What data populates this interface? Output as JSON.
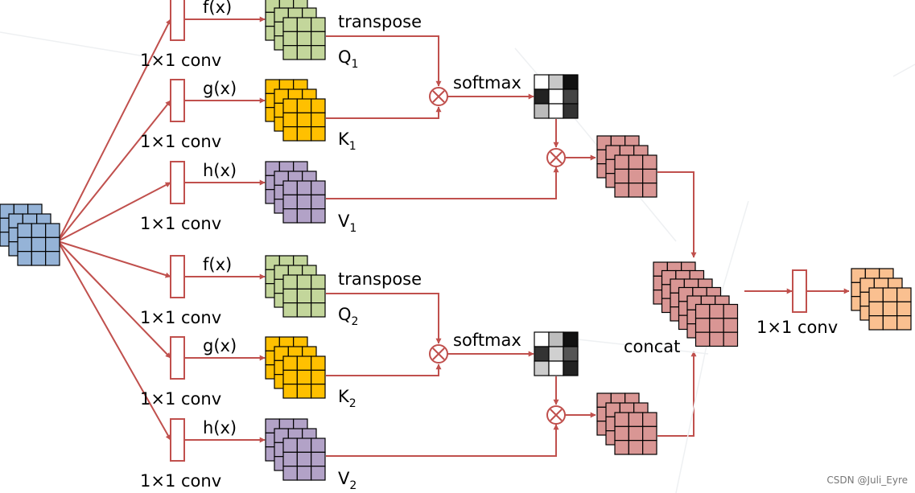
{
  "watermark": "CSDN @Juli_Eyre",
  "colors": {
    "arrow": "#c0504d",
    "input": "#95b3d7",
    "query": "#c3d69b",
    "key": "#ffc000",
    "value": "#b2a2c7",
    "output": "#d99694",
    "final": "#fac090"
  },
  "icons": {
    "multiply": "circled-times-icon"
  },
  "branches": [
    {
      "f_label": "f(x)",
      "g_label": "g(x)",
      "h_label": "h(x)",
      "conv_f": "1×1 conv",
      "conv_g": "1×1 conv",
      "conv_h": "1×1 conv",
      "transpose": "transpose",
      "softmax": "softmax",
      "q": "Q",
      "q_sub": "1",
      "k": "K",
      "k_sub": "1",
      "v": "V",
      "v_sub": "1"
    },
    {
      "f_label": "f(x)",
      "g_label": "g(x)",
      "h_label": "h(x)",
      "conv_f": "1×1 conv",
      "conv_g": "1×1 conv",
      "conv_h": "1×1 conv",
      "transpose": "transpose",
      "softmax": "softmax",
      "q": "Q",
      "q_sub": "2",
      "k": "K",
      "k_sub": "2",
      "v": "V",
      "v_sub": "2"
    }
  ],
  "concat_label": "concat",
  "final_conv": "1×1 conv"
}
